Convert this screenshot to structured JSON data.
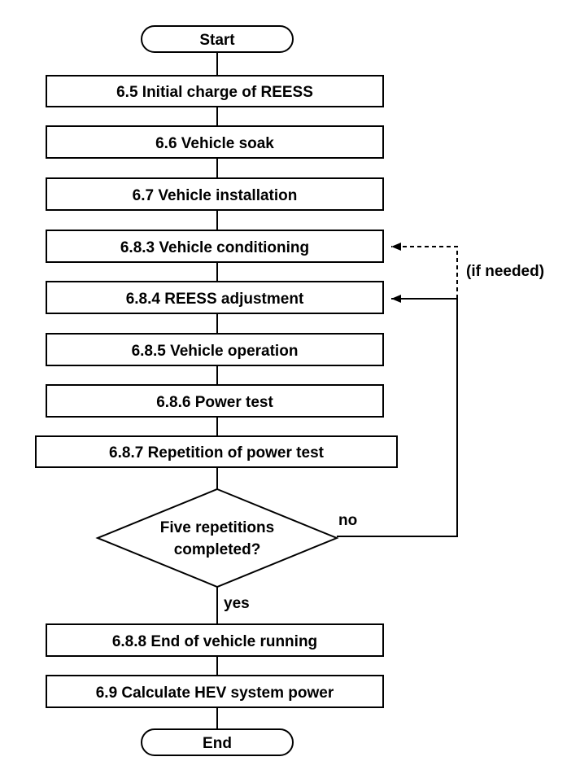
{
  "diagram": {
    "type": "flowchart",
    "start_label": "Start",
    "end_label": "End",
    "steps": [
      {
        "id": "initial-charge",
        "label": "6.5 Initial charge of REESS"
      },
      {
        "id": "vehicle-soak",
        "label": "6.6 Vehicle soak"
      },
      {
        "id": "vehicle-installation",
        "label": "6.7 Vehicle installation"
      },
      {
        "id": "vehicle-conditioning",
        "label": "6.8.3 Vehicle conditioning"
      },
      {
        "id": "reess-adjustment",
        "label": "6.8.4 REESS adjustment"
      },
      {
        "id": "vehicle-operation",
        "label": "6.8.5 Vehicle operation"
      },
      {
        "id": "power-test",
        "label": "6.8.6 Power test"
      },
      {
        "id": "repetition-power-test",
        "label": "6.8.7 Repetition of power test"
      },
      {
        "id": "end-vehicle-running",
        "label": "6.8.8 End of vehicle running"
      },
      {
        "id": "calculate-hev-power",
        "label": "6.9 Calculate HEV system power"
      }
    ],
    "decision": {
      "line1": "Five repetitions",
      "line2": "completed?",
      "yes_label": "yes",
      "no_label": "no"
    },
    "loop_note": "(if needed)",
    "line_color": "#000000",
    "fill_color": "#ffffff"
  }
}
